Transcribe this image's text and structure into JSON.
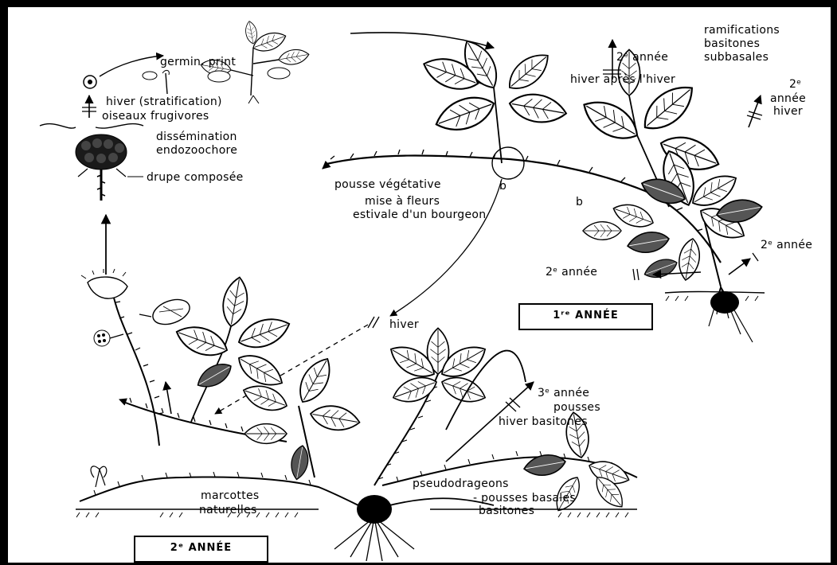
{
  "labels": {
    "germin_print": "germin. print",
    "hiver_stratification": "hiver (stratification)",
    "oiseaux_frugivores": "oiseaux frugivores",
    "dissemination": "dissémination",
    "endozoochore": "endozoochore",
    "drupe_composee": "drupe composée",
    "ramifications": "ramifications",
    "basitones_top": "basitones",
    "subbasales": "subbasales",
    "deuxieme_annee_top": "2ᵉ année",
    "hiver_apres_hiver": "hiver  après l'hiver",
    "deuxieme_annee_right": "2ᵉ",
    "annee_right": "année",
    "hiver_right": "hiver",
    "pousse_vegetative": "pousse végétative",
    "b_left": "b",
    "mise_a_fleurs": "mise à fleurs",
    "estivale": "estivale d'un bourgeon",
    "b_right": "b",
    "deuxieme_annee_mid_right": "2ᵉ année",
    "deuxieme_annee_mid": "2ᵉ année",
    "hiver_mid": "hiver",
    "troisieme_annee": "3ᵉ année",
    "pousses_top": "pousses",
    "hiver_basitones": "hiver  basitones",
    "pseudodrageons": "pseudodrageons",
    "pousses_basales": "- pousses basales",
    "basitones_bottom": "basitones",
    "marcottes": "marcottes",
    "naturelles": "naturelles"
  },
  "boxes": {
    "premiere_annee": "1ʳᵉ ANNÉE",
    "deuxieme_annee": "2ᵉ ANNÉE"
  }
}
